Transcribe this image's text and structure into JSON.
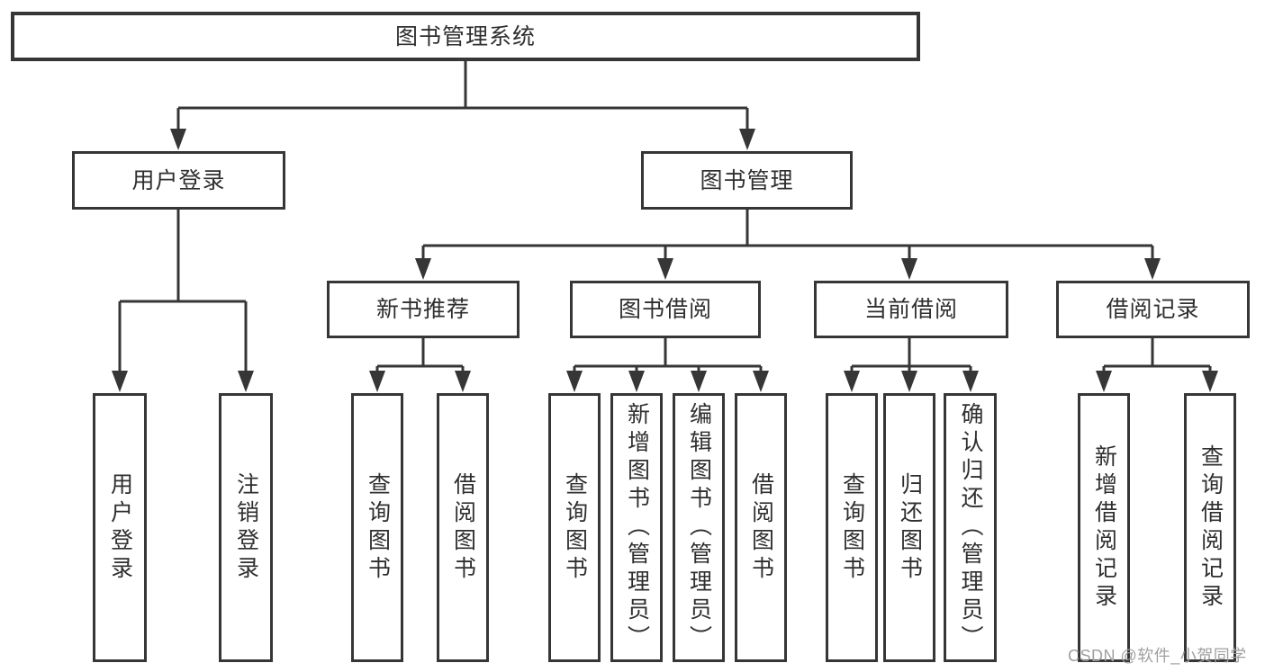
{
  "diagram": {
    "title": "图书管理系统",
    "branches": [
      {
        "label": "用户登录",
        "children": [
          {
            "label": "用户登录"
          },
          {
            "label": "注销登录"
          }
        ]
      },
      {
        "label": "图书管理",
        "sections": [
          {
            "label": "新书推荐",
            "children": [
              {
                "label": "查询图书"
              },
              {
                "label": "借阅图书"
              }
            ]
          },
          {
            "label": "图书借阅",
            "children": [
              {
                "label": "查询图书"
              },
              {
                "label": "新增图书（管理员）"
              },
              {
                "label": "编辑图书（管理员）"
              },
              {
                "label": "借阅图书"
              }
            ]
          },
          {
            "label": "当前借阅",
            "children": [
              {
                "label": "查询图书"
              },
              {
                "label": "归还图书"
              },
              {
                "label": "确认归还（管理员）"
              }
            ]
          },
          {
            "label": "借阅记录",
            "children": [
              {
                "label": "新增借阅记录"
              },
              {
                "label": "查询借阅记录"
              }
            ]
          }
        ]
      }
    ]
  },
  "watermark": "CSDN @软件_小贺同学",
  "colors": {
    "line": "#363636",
    "text": "#2f2f2f",
    "watermark": "#a0a0a0",
    "background": "#ffffff"
  }
}
